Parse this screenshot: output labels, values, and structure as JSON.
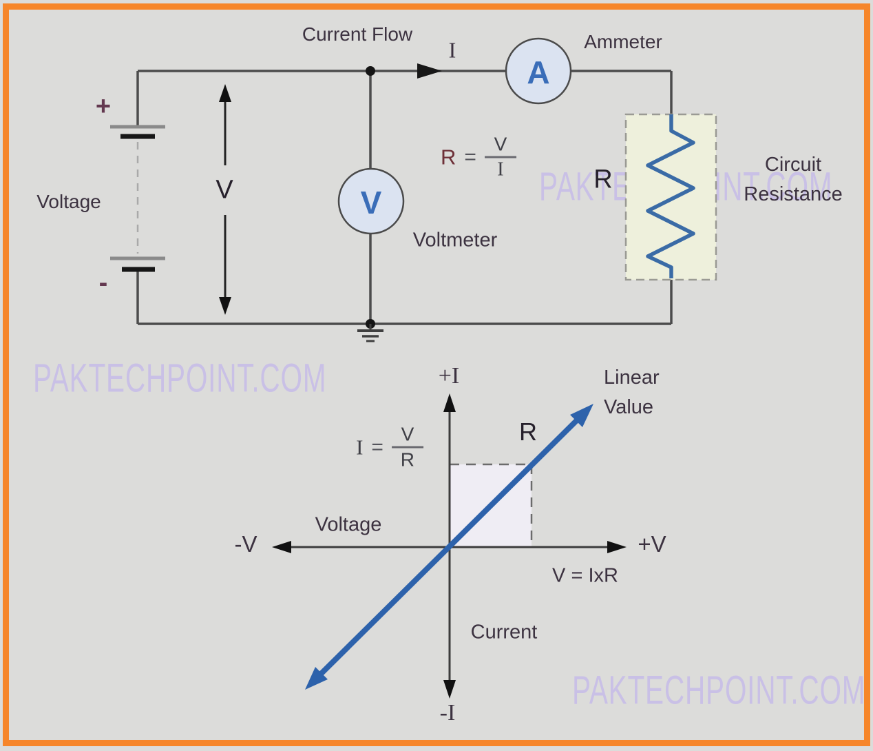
{
  "watermark": {
    "text": "PAKTECHPOINT.COM"
  },
  "colors": {
    "frame_orange": "#f6862a",
    "background_gray": "#dcdcda",
    "wire_gray": "#4c4c4c",
    "meter_fill": "#dbe3f1",
    "meter_letter_blue": "#3a6db8",
    "resistor_zigzag_blue": "#3a6ba6",
    "resistor_box_fill": "#eef0dc",
    "graph_line_blue": "#2d62ab",
    "watermark_lavender": "#c9bfe7",
    "shaded_square": "#efedf4"
  },
  "circuit": {
    "current_flow_label": "Current Flow",
    "current_symbol": "I",
    "ammeter_label": "Ammeter",
    "ammeter_letter": "A",
    "voltage_label": "Voltage",
    "plus_sign": "+",
    "minus_sign": "-",
    "v_arrow_label": "V",
    "voltmeter_letter": "V",
    "voltmeter_label": "Voltmeter",
    "resistance_formula": {
      "lhs": "R",
      "eq": "=",
      "num": "V",
      "den": "I"
    },
    "resistor_symbol": "R",
    "circuit_resistance_line1": "Circuit",
    "circuit_resistance_line2": "Resistance"
  },
  "graph": {
    "pos_i_label": "+I",
    "neg_i_label": "-I",
    "pos_v_label": "+V",
    "neg_v_label": "-V",
    "voltage_axis_label": "Voltage",
    "current_axis_label": "Current",
    "current_formula": {
      "lhs": "I",
      "eq": "=",
      "num": "V",
      "den": "R"
    },
    "voltage_formula": "V = IxR",
    "line_label": "R",
    "linear_value_line1": "Linear",
    "linear_value_line2": "Value"
  }
}
